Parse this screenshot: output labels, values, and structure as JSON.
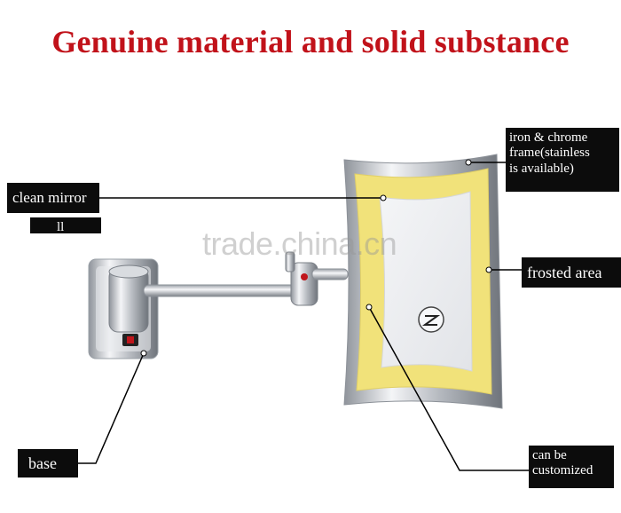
{
  "title": "Genuine material and solid substance",
  "labels": {
    "clean_mirror": "clean mirror",
    "iron_chrome": [
      "iron & chrome",
      "frame(stainless",
      "is available)"
    ],
    "frosted_area": "frosted area",
    "base": "base",
    "customized": [
      "can be",
      "customized"
    ],
    "cut_label": "ll"
  },
  "watermark": "trade.china.cn",
  "colors": {
    "title": "#c1121a",
    "label_bg": "#0c0c0c",
    "frosted": "#f1e27a",
    "chrome": "#c9ccd1"
  }
}
